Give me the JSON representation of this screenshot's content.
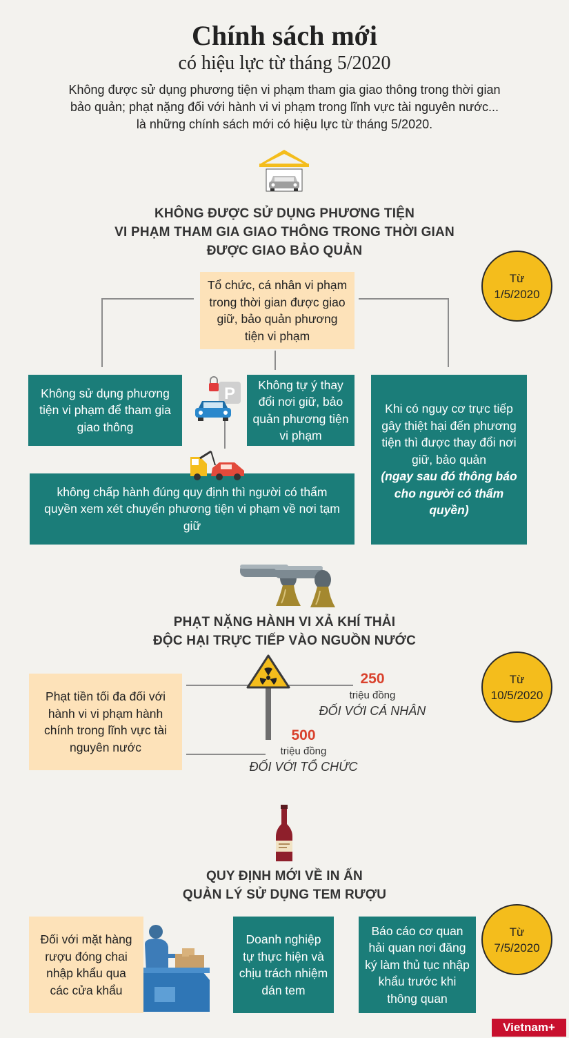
{
  "header": {
    "title": "Chính sách mới",
    "subtitle": "có hiệu lực từ tháng 5/2020",
    "intro": "Không được sử dụng phương tiện vi phạm tham gia giao thông trong thời gian bảo quản; phạt nặng đối với hành vi vi phạm trong lĩnh vực tài nguyên nước... là những chính sách mới có hiệu lực từ tháng 5/2020."
  },
  "section1": {
    "heading_lines": [
      "KHÔNG ĐƯỢC SỬ DỤNG PHƯƠNG TIỆN",
      "VI PHẠM THAM GIA GIAO THÔNG TRONG THỜI GIAN",
      "ĐƯỢC GIAO BẢO QUẢN"
    ],
    "badge": {
      "line1": "Từ",
      "line2": "1/5/2020"
    },
    "center_box": "Tổ chức, cá nhân vi phạm trong thời gian được giao giữ, bảo quản phương tiện vi phạm",
    "box_left": "Không sử dụng phương tiện vi phạm để tham gia giao thông",
    "box_middle": "Không tự ý thay đổi nơi giữ, bảo quản phương tiện vi phạm",
    "box_right": "Khi có nguy cơ trực tiếp gây thiệt hại đến phương tiện thì được thay đổi nơi giữ, bảo quản",
    "box_right_italic": "(ngay sau đó thông báo cho người có thẩm quyền)",
    "box_bottom": "không chấp hành đúng quy định thì người có thẩm quyền xem xét chuyển phương tiện vi phạm về nơi tạm giữ"
  },
  "section2": {
    "heading_lines": [
      "PHẠT NẶNG HÀNH VI XẢ KHÍ THẢI",
      "ĐỘC HẠI TRỰC TIẾP VÀO NGUỒN NƯỚC"
    ],
    "badge": {
      "line1": "Từ",
      "line2": "10/5/2020"
    },
    "left_box": "Phạt tiền tối đa đối với hành vi vi phạm hành chính trong lĩnh vực tài nguyên nước",
    "fine1": {
      "amount": "250",
      "unit": "triệu đồng",
      "target": "ĐỐI VỚI CÁ NHÂN"
    },
    "fine2": {
      "amount": "500",
      "unit": "triệu đồng",
      "target": "ĐỐI VỚI TỔ CHỨC"
    }
  },
  "section3": {
    "heading_lines": [
      "QUY ĐỊNH MỚI VỀ IN ẤN",
      "QUẢN LÝ SỬ DỤNG TEM RƯỢU"
    ],
    "badge": {
      "line1": "Từ",
      "line2": "7/5/2020"
    },
    "box1": "Đối với mặt hàng rượu đóng chai nhập khẩu qua các cửa khẩu",
    "box2": "Doanh nghiệp tự thực hiện và chịu trách nhiệm dán tem",
    "box3": "Báo cáo cơ quan hải quan nơi đăng ký làm thủ tục nhập khẩu trước khi thông quan"
  },
  "brand": "Vietnam+",
  "colors": {
    "teal": "#1b7d79",
    "cream": "#fde2b9",
    "badge": "#f4bd1c",
    "accent_red": "#d9412c"
  }
}
